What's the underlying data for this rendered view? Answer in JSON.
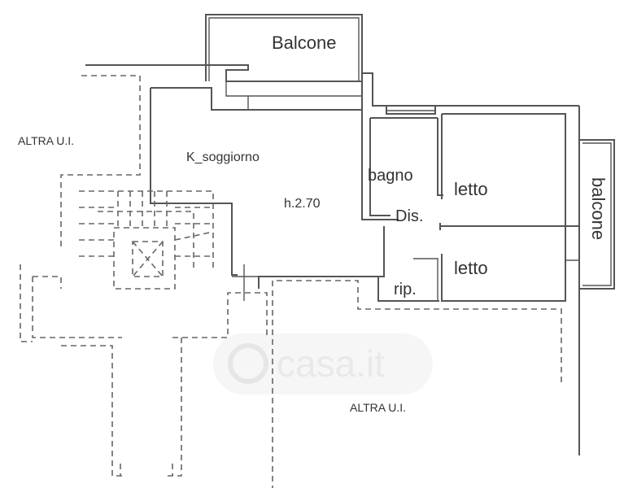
{
  "rooms": {
    "balcone_top": "Balcone",
    "k_soggiorno": "K_soggiorno",
    "height": "h.2.70",
    "bagno": "bagno",
    "letto_1": "letto",
    "dis": "Dis.",
    "letto_2": "letto",
    "rip": "rip.",
    "balcone_right": "balcone",
    "altra_ui_left": "ALTRA U.I.",
    "altra_ui_bottom": "ALTRA U.I."
  },
  "watermark": "casa.it",
  "colors": {
    "wall": "#555555",
    "text": "#333333",
    "watermark": "#e9e9e9"
  }
}
